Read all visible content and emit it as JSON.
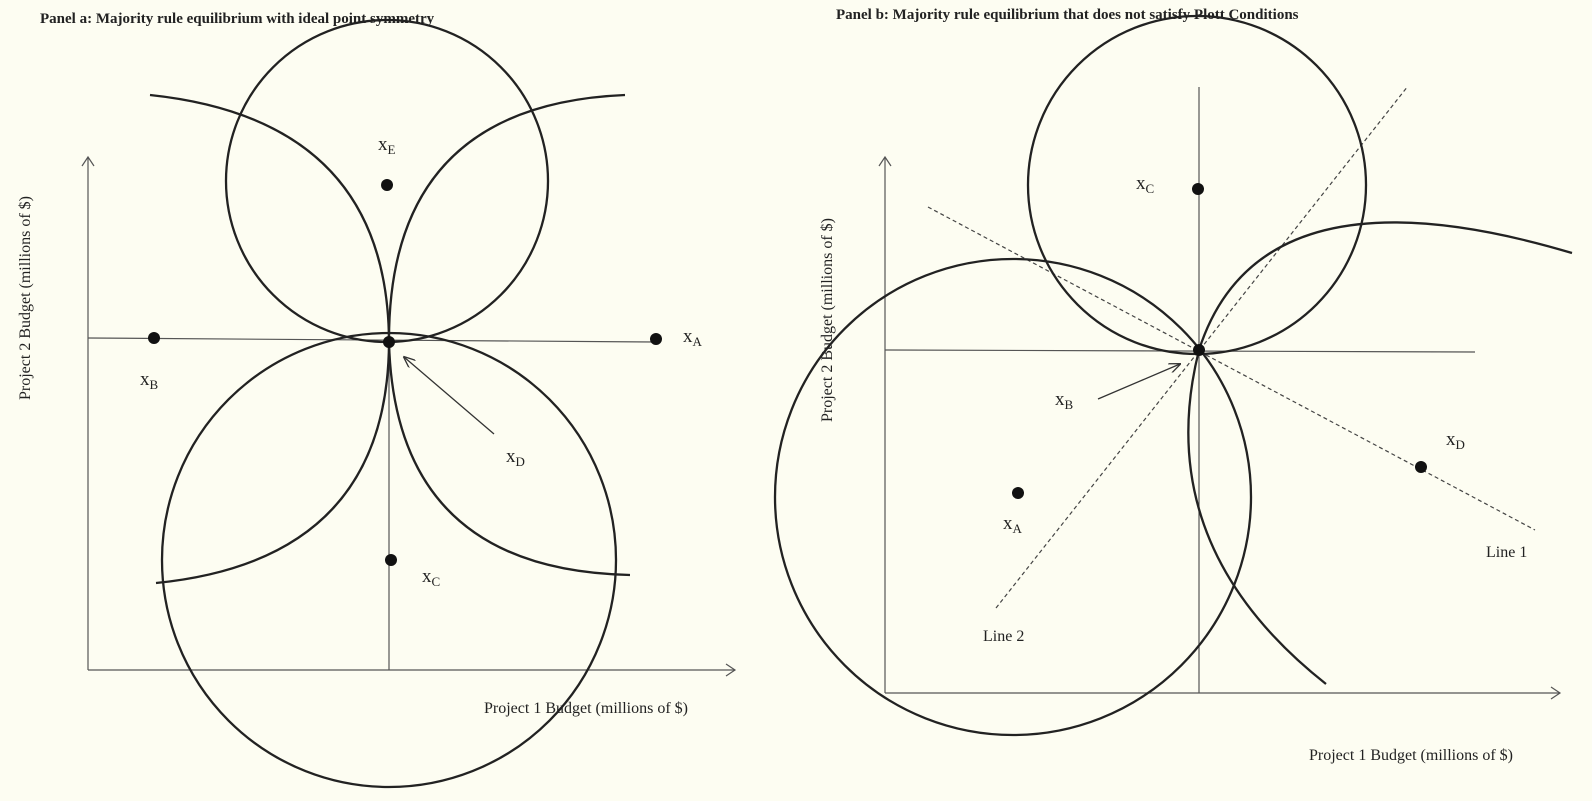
{
  "panel_a": {
    "title": "Panel a:  Majority rule equilibrium with ideal point symmetry",
    "x_axis_label": "Project 1 Budget (millions of $)",
    "y_axis_label": "Project 2 Budget (millions of $)",
    "points": {
      "A": {
        "base": "x",
        "sub": "A"
      },
      "B": {
        "base": "x",
        "sub": "B"
      },
      "C": {
        "base": "x",
        "sub": "C"
      },
      "D": {
        "base": "x",
        "sub": "D"
      },
      "E": {
        "base": "x",
        "sub": "E"
      }
    }
  },
  "panel_b": {
    "title": "Panel b:  Majority rule equilibrium that does not satisfy Plott Conditions",
    "x_axis_label": "Project 1 Budget (millions of $)",
    "y_axis_label": "Project 2 Budget (millions of $)",
    "points": {
      "A": {
        "base": "x",
        "sub": "A"
      },
      "B": {
        "base": "x",
        "sub": "B"
      },
      "C": {
        "base": "x",
        "sub": "C"
      },
      "D": {
        "base": "x",
        "sub": "D"
      }
    },
    "line1_label": "Line 1",
    "line2_label": "Line 2"
  }
}
